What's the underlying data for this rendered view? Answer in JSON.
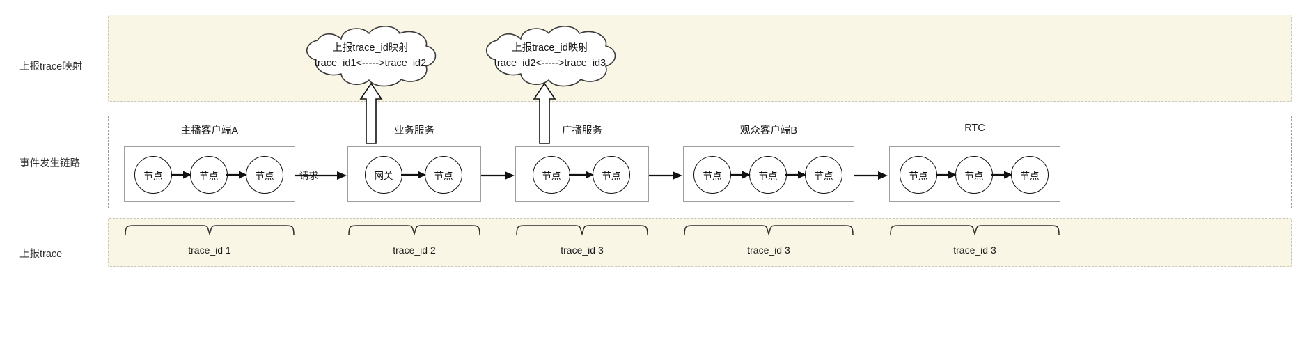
{
  "rows": [
    {
      "label": "上报trace映射"
    },
    {
      "label": "事件发生链路"
    },
    {
      "label": "上报trace"
    }
  ],
  "clouds": [
    {
      "line1": "上报trace_id映射",
      "line2": "trace_id1<----->trace_id2"
    },
    {
      "line1": "上报trace_id映射",
      "line2": "trace_id2<----->trace_id3"
    }
  ],
  "groups": [
    {
      "title": "主播客户端A",
      "nodes": [
        "节点",
        "节点",
        "节点"
      ]
    },
    {
      "title": "业务服务",
      "nodes": [
        "网关",
        "节点"
      ]
    },
    {
      "title": "广播服务",
      "nodes": [
        "节点",
        "节点"
      ]
    },
    {
      "title": "观众客户端B",
      "nodes": [
        "节点",
        "节点",
        "节点"
      ]
    },
    {
      "title": "RTC",
      "nodes": [
        "节点",
        "节点",
        "节点"
      ]
    }
  ],
  "connector_labels": [
    "请求",
    "",
    "",
    ""
  ],
  "traces": [
    {
      "label": "trace_id 1"
    },
    {
      "label": "trace_id 2"
    },
    {
      "label": "trace_id 3"
    },
    {
      "label": "trace_id 3"
    },
    {
      "label": "trace_id 3"
    }
  ],
  "colors": {
    "band_beige_fill": "#faf6e6",
    "band_beige_border": "#c9c6b6",
    "band_plain_border": "#9a9a9a",
    "node_stroke": "#111111",
    "group_box_border": "#9f9f9f",
    "text": "#1a1a1a",
    "label_text": "#333333",
    "page_background": "#ffffff"
  }
}
